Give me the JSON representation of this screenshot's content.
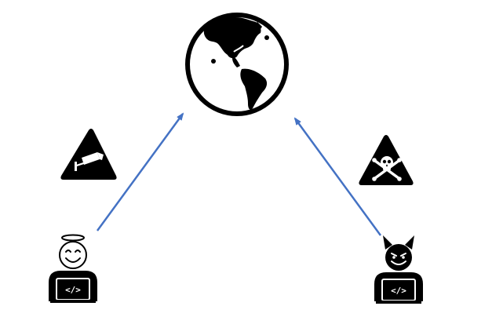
{
  "diagram": {
    "nodes": [
      {
        "id": "internet",
        "icon": "globe-icon"
      },
      {
        "id": "good-developer",
        "icon": "angel-developer-icon"
      },
      {
        "id": "malicious-developer",
        "icon": "devil-developer-icon"
      }
    ],
    "badges": [
      {
        "id": "surveillance",
        "icon": "security-camera-warning-icon"
      },
      {
        "id": "danger",
        "icon": "skull-crossbones-warning-icon"
      }
    ],
    "edges": [
      {
        "from": "good-developer",
        "to": "internet"
      },
      {
        "from": "malicious-developer",
        "to": "internet"
      }
    ],
    "laptop_symbol": "</>",
    "colors": {
      "arrow": "#4472C4",
      "icon": "#000000",
      "background": "#FFFFFF"
    }
  }
}
